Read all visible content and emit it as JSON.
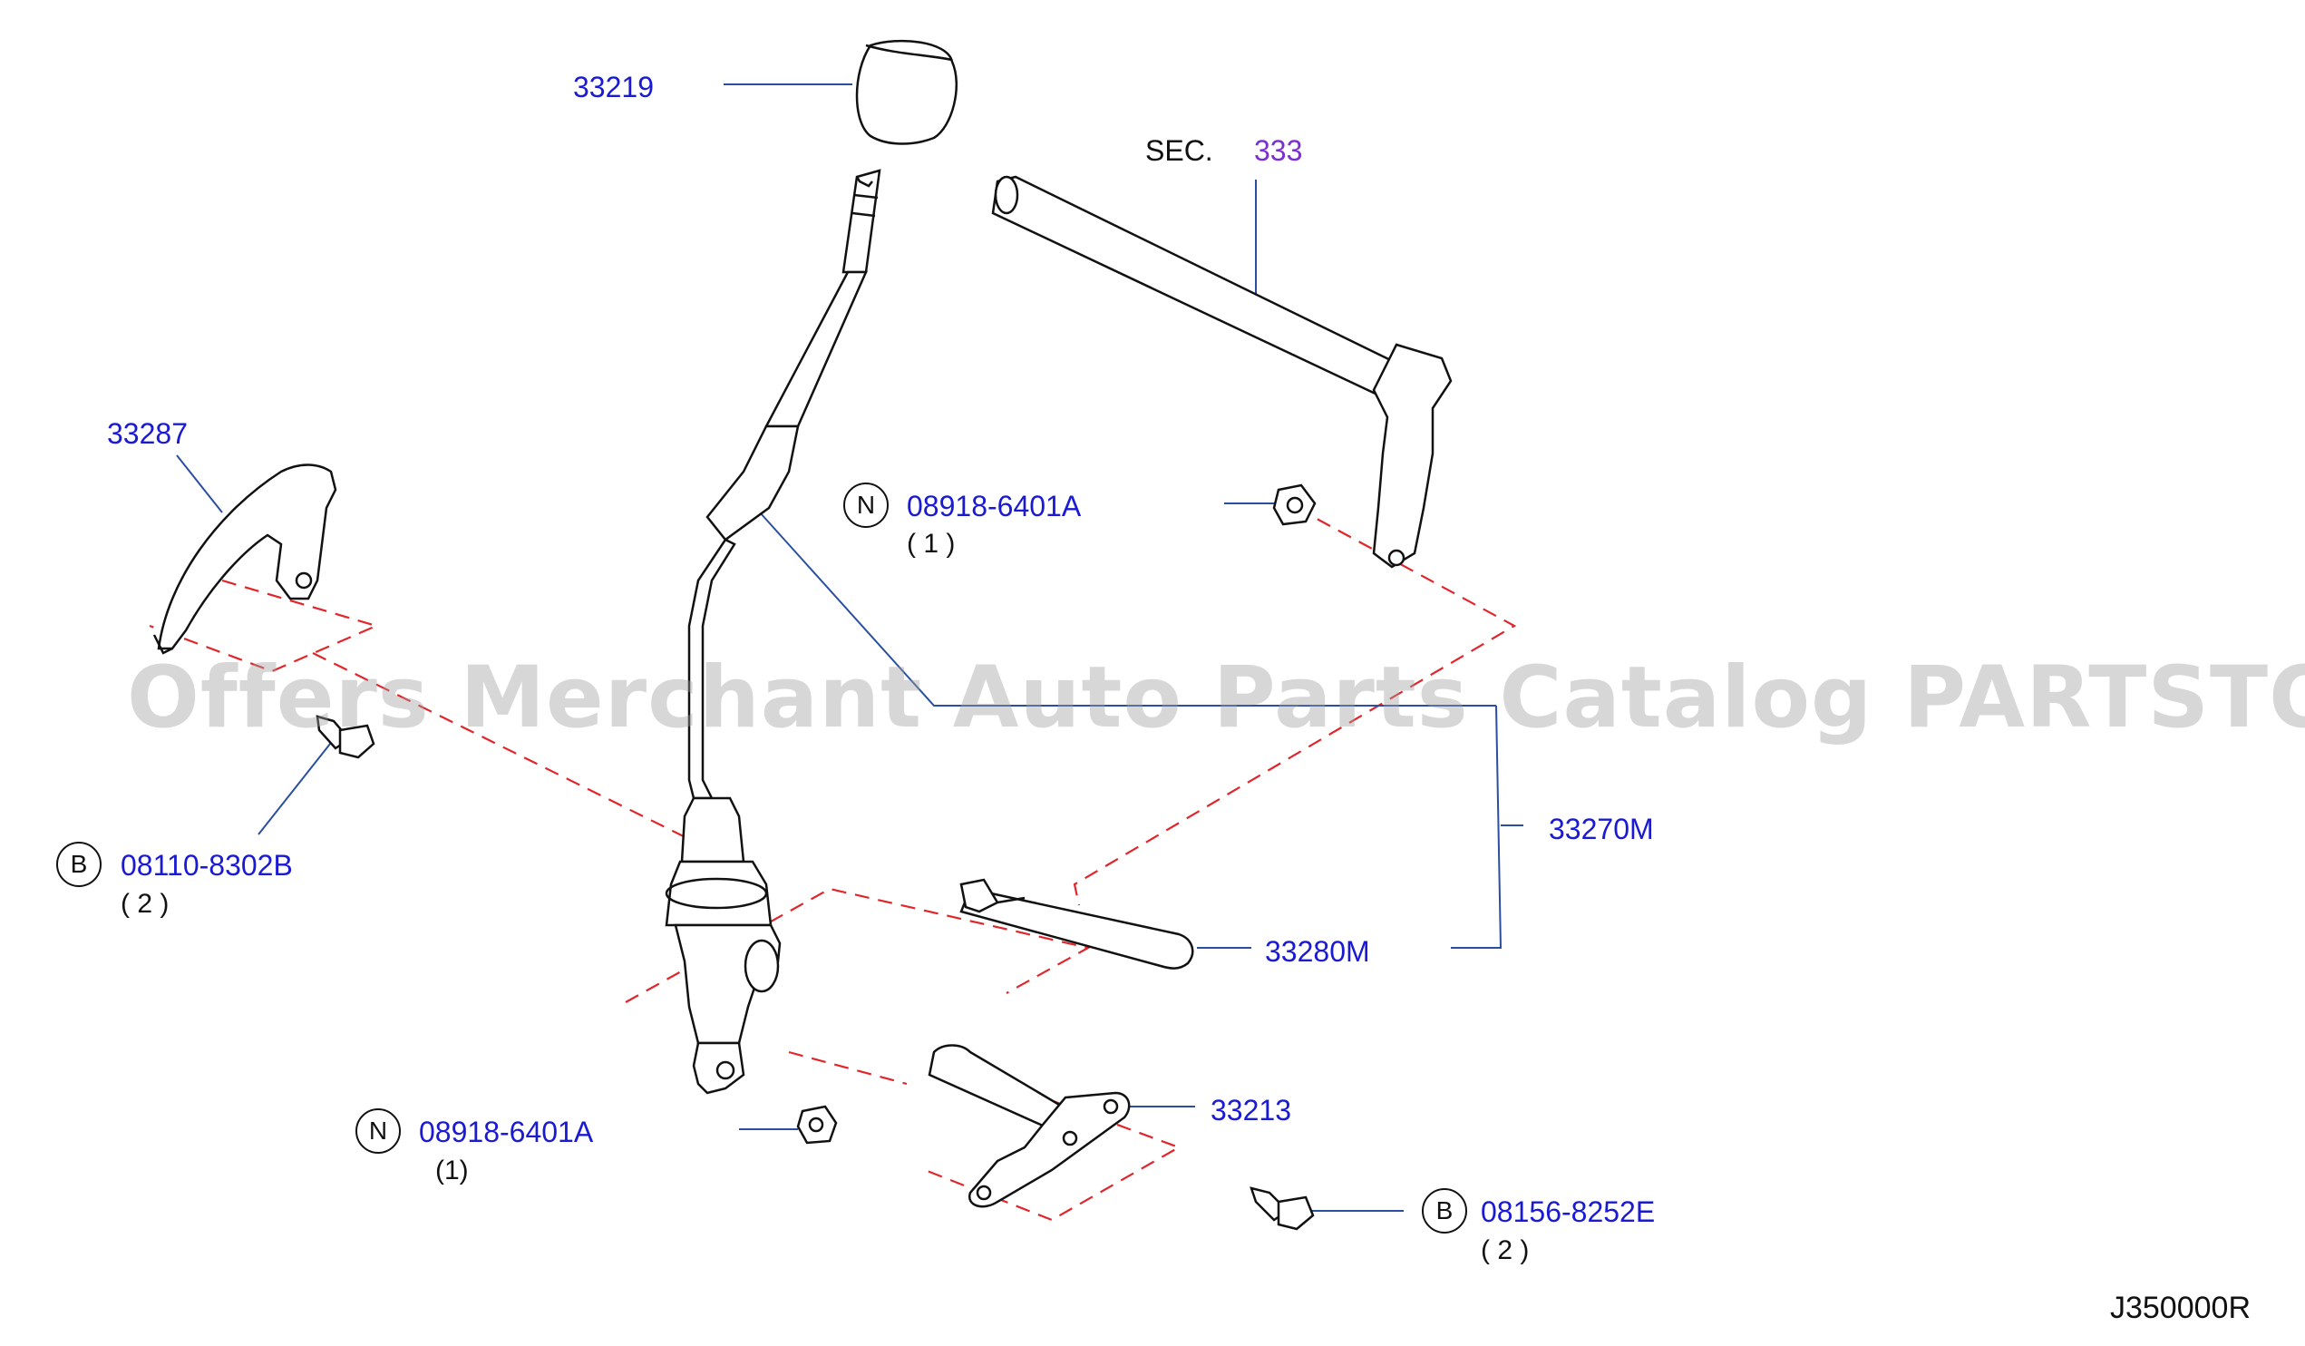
{
  "diagram": {
    "sec_label": "SEC.",
    "sec_number": "333",
    "watermark": "Offers Merchant Auto Parts Catalog PARTSTORE.SA",
    "diagram_code": "J350000R",
    "colors": {
      "part_number": "#1a1ad4",
      "sec_ref": "#7a2fd0",
      "leader": "#2a4fa0",
      "dashed": "#e0262b",
      "outline": "#111111"
    }
  },
  "parts": {
    "knob": {
      "number": "33219",
      "icon": "shift-knob-icon"
    },
    "lever": {
      "number": "33287",
      "icon": "lever-bracket-icon"
    },
    "bolt_b1": {
      "badge": "B",
      "number": "08110-8302B",
      "qty": "( 2 )",
      "icon": "bolt-icon"
    },
    "nut_n1": {
      "badge": "N",
      "number": "08918-6401A",
      "qty": "( 1 )",
      "icon": "nut-icon"
    },
    "shift_rod": {
      "number": "33270M",
      "icon": "shift-rod-icon"
    },
    "rod_assembly": {
      "number": "33280M",
      "icon": "link-rod-icon"
    },
    "nut_n2": {
      "badge": "N",
      "number": "08918-6401A",
      "qty": "(1)",
      "icon": "nut-icon"
    },
    "bracket": {
      "number": "33213",
      "icon": "bracket-icon"
    },
    "bolt_b2": {
      "badge": "B",
      "number": "08156-8252E",
      "qty": "( 2 )",
      "icon": "bolt-icon"
    }
  }
}
